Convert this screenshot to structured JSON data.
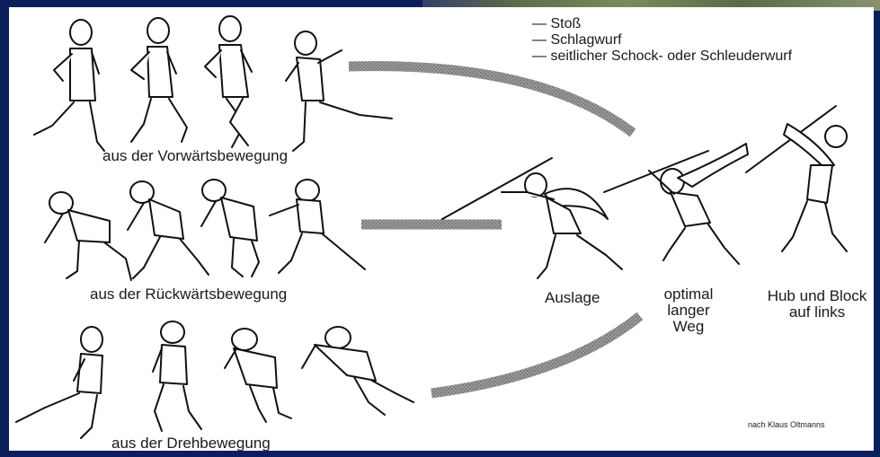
{
  "legend": {
    "items": [
      "— Stoß",
      "— Schlagwurf",
      "— seitlicher Schock- oder Schleuderwurf"
    ]
  },
  "groups": {
    "forward": "aus der Vorwärtsbewegung",
    "backward": "aus der Rückwärtsbewegung",
    "rotation": "aus der Drehbewegung"
  },
  "phases": {
    "auslage": "Auslage",
    "optimal": [
      "optimal",
      "langer",
      "Weg"
    ],
    "hub": [
      "Hub und Block",
      "auf links"
    ]
  },
  "credit": "nach Klaus Oltmanns"
}
